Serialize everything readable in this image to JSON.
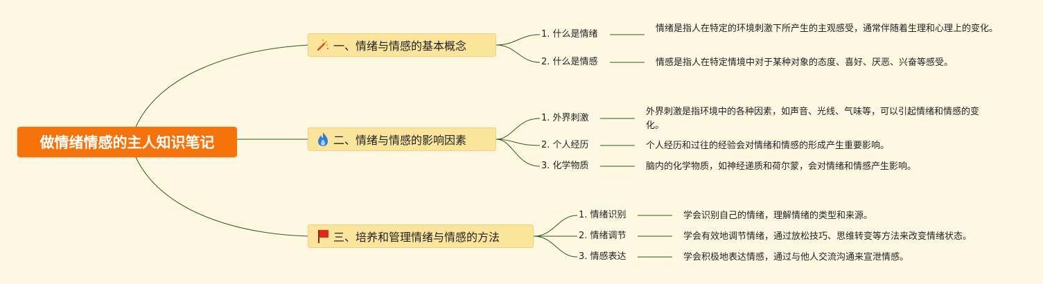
{
  "root": {
    "label": "做情绪情感的主人知识笔记"
  },
  "branches": [
    {
      "label": "一、情绪与情感的基本概念",
      "icon": "magic-wand-icon",
      "children": [
        {
          "label": "1. 什么是情绪",
          "desc": "情绪是指人在特定的环境刺激下所产生的主观感受，通常伴随着生理和心理上的变化。"
        },
        {
          "label": "2. 什么是情感",
          "desc": "情感是指人在特定情境中对于某种对象的态度、喜好、厌恶、兴奋等感受。"
        }
      ]
    },
    {
      "label": "二、情绪与情感的影响因素",
      "icon": "fire-icon",
      "children": [
        {
          "label": "1. 外界刺激",
          "desc": "外界刺激是指环境中的各种因素，如声音、光线、气味等，可以引起情绪和情感的变化。"
        },
        {
          "label": "2. 个人经历",
          "desc": "个人经历和过往的经验会对情绪和情感的形成产生重要影响。"
        },
        {
          "label": "3. 化学物质",
          "desc": "脑内的化学物质，如神经递质和荷尔蒙，会对情绪和情感产生影响。"
        }
      ]
    },
    {
      "label": "三、培养和管理情绪与情感的方法",
      "icon": "red-flag-icon",
      "children": [
        {
          "label": "1. 情绪识别",
          "desc": "学会识别自己的情绪，理解情绪的类型和来源。"
        },
        {
          "label": "2. 情绪调节",
          "desc": "学会有效地调节情绪，通过放松技巧、思维转变等方法来改变情绪状态。"
        },
        {
          "label": "3. 情感表达",
          "desc": "学会积极地表达情感，通过与他人交流沟通来宣泄情感。"
        }
      ]
    }
  ],
  "colors": {
    "background": "#fef8e3",
    "root": "#f5730a",
    "branch": "#fbe49c",
    "connector": "#2c5a1a"
  }
}
